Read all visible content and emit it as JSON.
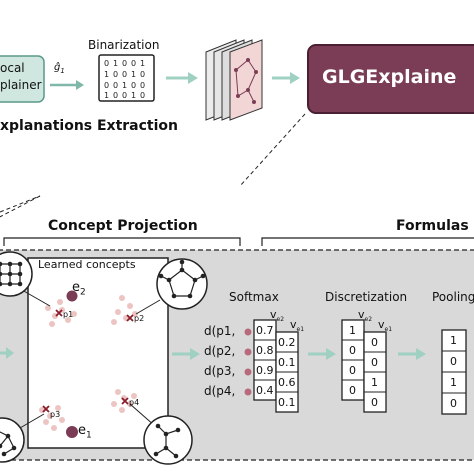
{
  "top": {
    "local_explainer_line1": "ocal",
    "local_explainer_line2": "plainer",
    "edge_symbol": "ĝ",
    "edge_symbol_sub": "1",
    "binarization_label": "Binarization",
    "extraction_label": "xplanations Extraction",
    "main_box_label": "GLGExplaine"
  },
  "sections": {
    "concept_projection": "Concept Projection",
    "formulas": "Formulas"
  },
  "concepts_panel": {
    "title": "Learned concepts",
    "e2": "e",
    "e2_sub": "2",
    "e1": "e",
    "e1_sub": "1",
    "p1": "p1",
    "p2": "p2",
    "p3": "p3",
    "p4": "p4"
  },
  "softmax": {
    "title": "Softmax",
    "v_sub_left": "e2",
    "v_sub_right": "e1",
    "v_letter": "v",
    "rows": [
      "d(p1,",
      "d(p2,",
      "d(p3,",
      "d(p4,"
    ],
    "left_col": [
      "0.7",
      "0.8",
      "0.9",
      "0.4"
    ],
    "right_col": [
      "0.2",
      "0.1",
      "0.6",
      "0.1"
    ]
  },
  "discretization": {
    "title": "Discretization",
    "left_col": [
      "1",
      "0",
      "0",
      "0"
    ],
    "right_col": [
      "0",
      "0",
      "1",
      "0"
    ]
  },
  "pooling": {
    "title": "Pooling",
    "col": [
      "1",
      "0",
      "1",
      "0"
    ]
  },
  "colors": {
    "accent": "#7a3d55",
    "teal_box": "#cfe7df",
    "panel_bg": "#d9d9d9",
    "arrow": "#9fd0c2",
    "dot_pink": "#e8b9b6",
    "cross": "#8b1d2c"
  }
}
